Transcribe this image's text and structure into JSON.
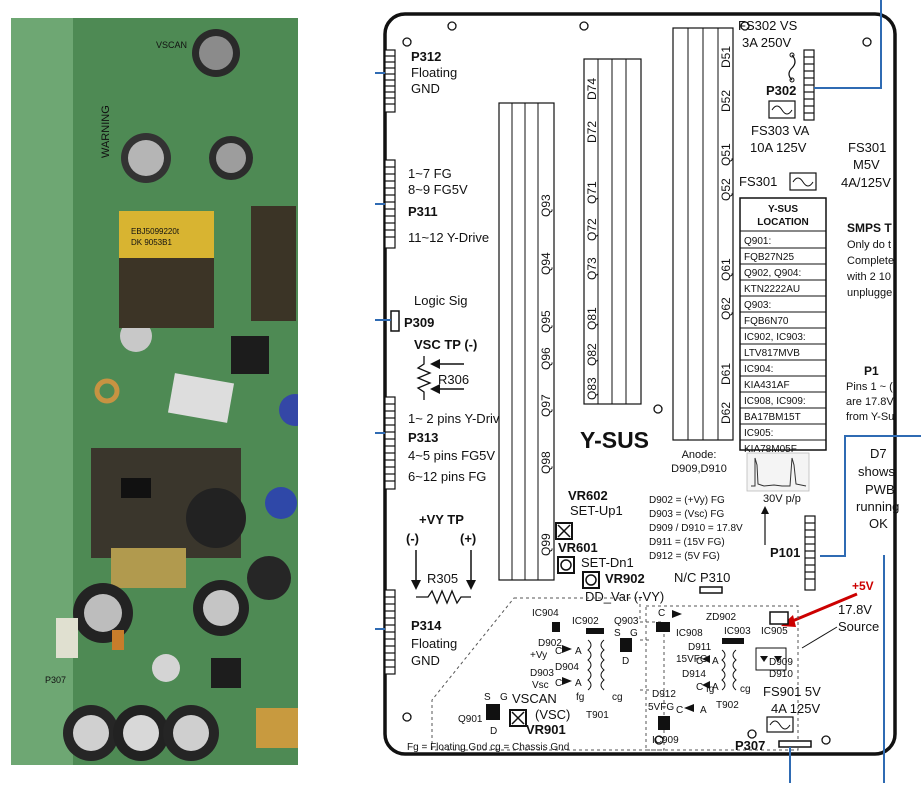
{
  "photo": {
    "chip_label_1": "EBJ5099220t",
    "chip_label_2": "DK 9053B1",
    "board_mark_1": "VSCAN",
    "board_mark_2": "P307",
    "warning_text": "WARNING"
  },
  "board_title": "Y-SUS",
  "connectors": {
    "p312": {
      "name": "P312",
      "desc1": "Floating",
      "desc2": "GND"
    },
    "p311": {
      "line1": "1~7 FG",
      "line2": "8~9 FG5V",
      "name": "P311",
      "line3": "11~12 Y-Drive"
    },
    "p309": {
      "desc": "Logic Sig",
      "name": "P309"
    },
    "p313": {
      "line1": "1~ 2 pins Y-Drive",
      "name": "P313",
      "line2": "4~5 pins FG5V",
      "line3": "6~12 pins FG"
    },
    "p314": {
      "name": "P314",
      "desc1": "Floating",
      "desc2": "GND"
    },
    "p302": {
      "name": "P302"
    },
    "p101": {
      "name": "P101"
    },
    "p310": {
      "label": "N/C P310"
    },
    "p307": {
      "name": "P307"
    }
  },
  "vsc_tp": {
    "title": "VSC TP (-)",
    "resistor": "R306"
  },
  "vy_tp": {
    "title": "+VY TP",
    "minus": "(-)",
    "plus": "(+)",
    "resistor": "R305"
  },
  "fuses": {
    "fs302": {
      "line1": "FS302 VS",
      "line2": "3A 250V"
    },
    "fs303": {
      "line1": "FS303 VA",
      "line2": "10A 125V"
    },
    "fs301_label": "FS301",
    "fs301_side": {
      "line1": "FS301",
      "line2": "M5V",
      "line3": "4A/125V"
    },
    "fs901": {
      "line1": "FS901 5V",
      "line2": "4A 125V"
    }
  },
  "transistor_col1": [
    "Q93",
    "Q94",
    "Q95",
    "Q96",
    "Q97",
    "Q98",
    "Q99"
  ],
  "transistor_col2": [
    "D74",
    "D72",
    "Q71",
    "Q72",
    "Q73",
    "Q81",
    "Q82",
    "Q83"
  ],
  "transistor_col3": [
    "D51",
    "D52",
    "Q51",
    "Q52",
    "Q61",
    "Q62",
    "D61",
    "D62"
  ],
  "anode": {
    "line1": "Anode:",
    "line2": "D909,D910"
  },
  "location_table": {
    "header1": "Y-SUS",
    "header2": "LOCATION",
    "rows": [
      "Q901:",
      "FQB27N25",
      "Q902, Q904:",
      "KTN2222AU",
      "Q903:",
      "FQB6N70",
      "IC902, IC903:",
      "LTV817MVB",
      "IC904:",
      "KIA431AF",
      "IC908, IC909:",
      "BA17BM15T",
      "IC905:",
      "KIA78M05F"
    ]
  },
  "smps_note": {
    "title": "SMPS T",
    "line1": "Only do t",
    "line2": "Complete",
    "line3": "with 2 10",
    "line4": "unplugge"
  },
  "p1_note": {
    "title": "P1",
    "line1": "Pins 1 ~ (",
    "line2": "are 17.8V",
    "line3": "from Y-Su"
  },
  "d7_note": {
    "line1": "D7",
    "line2": "shows",
    "line3": "PWB",
    "line4": "running",
    "line5": "OK"
  },
  "waveform_label": "30V p/p",
  "vr602": {
    "name": "VR602",
    "desc": "SET-Up1"
  },
  "vr601": {
    "name": "VR601",
    "desc": "SET-Dn1"
  },
  "vr902": {
    "name": "VR902",
    "desc": "DD_Var (-VY)"
  },
  "vr901": {
    "pre": "VSCAN",
    "paren": "(VSC)",
    "name": "VR901"
  },
  "diode_notes": [
    "D902 = (+Vy) FG",
    "D903 = (Vsc) FG",
    "D909 / D910 = 17.8V",
    "D911 = (15V FG)",
    "D912 = (5V FG)"
  ],
  "plus5v": "+5V",
  "source": {
    "line1": "17.8V",
    "line2": "Source"
  },
  "schematic": {
    "ic904": "IC904",
    "ic902": "IC902",
    "q903": "Q903",
    "s": "S",
    "g": "G",
    "d": "D",
    "d902": "D902",
    "vy": "+Vy",
    "c": "C",
    "a": "A",
    "d904": "D904",
    "d903": "D903",
    "vsc": "Vsc",
    "fg": "fg",
    "cg": "cg",
    "t901": "T901",
    "q901": "Q901",
    "zd902": "ZD902",
    "ic908": "IC908",
    "ic903": "IC903",
    "d911": "D911",
    "v15fg": "15VFG",
    "d914": "D914",
    "t902": "T902",
    "d912": "D912",
    "v5fg": "5VFG",
    "ic909": "IC909",
    "ic905": "IC905",
    "d909": "D909",
    "d910": "D910"
  },
  "footer_note": "Fg = Floating Gnd  cg = Chassis Gnd",
  "colors": {
    "board_green": "#4f8a55",
    "arrow_red": "#cc0000",
    "callout_blue": "#2f6bb3",
    "plus5v_red": "#cc0000"
  }
}
